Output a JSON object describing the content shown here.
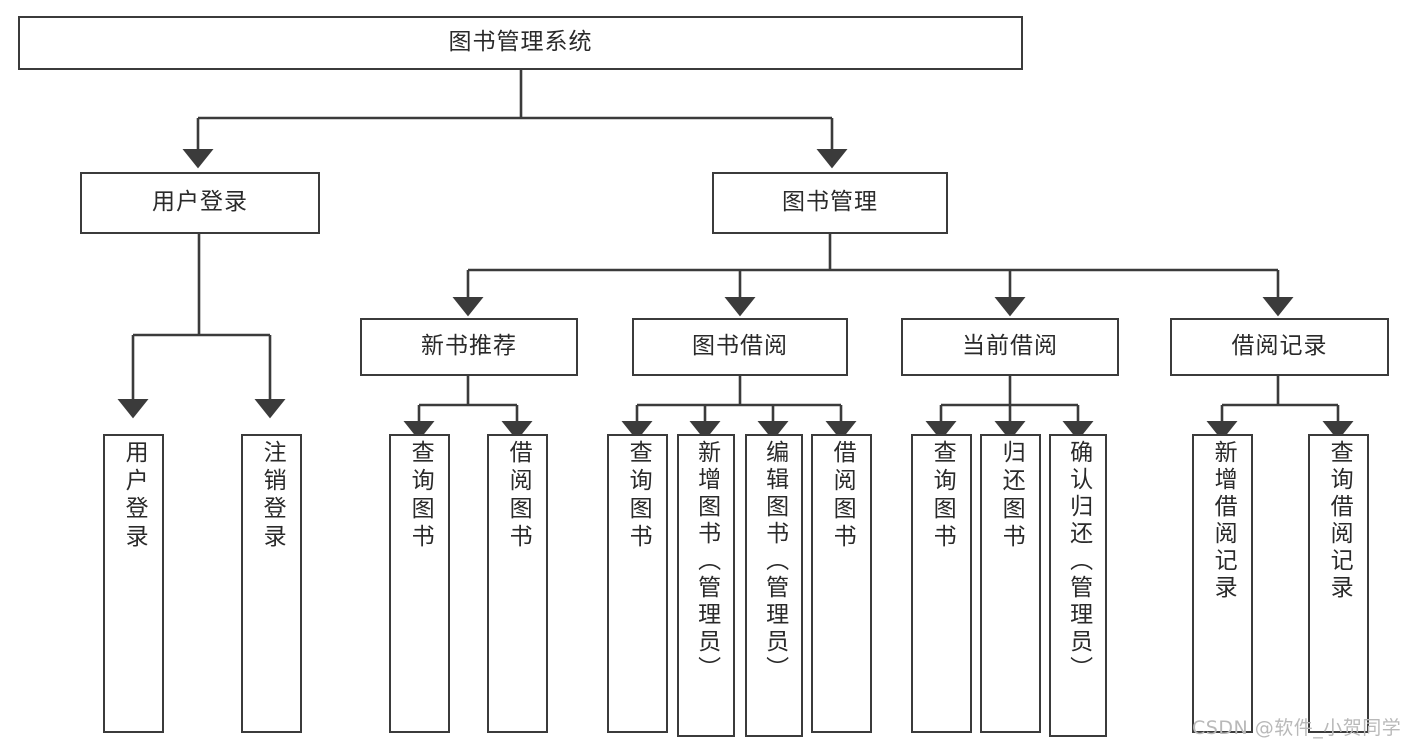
{
  "diagram": {
    "type": "tree",
    "title": "图书管理系统",
    "nodes": {
      "root": {
        "label": "图书管理系统",
        "level": 0
      },
      "user_login": {
        "label": "用户登录",
        "level": 1
      },
      "book_manage": {
        "label": "图书管理",
        "level": 1
      },
      "new_book_rec": {
        "label": "新书推荐",
        "level": 2
      },
      "book_borrow": {
        "label": "图书借阅",
        "level": 2
      },
      "current_borrow": {
        "label": "当前借阅",
        "level": 2
      },
      "borrow_record": {
        "label": "借阅记录",
        "level": 2
      },
      "leaf_user_login": {
        "label": "用户登录",
        "level": 3
      },
      "leaf_logout": {
        "label": "注销登录",
        "level": 3
      },
      "leaf_query_book_a": {
        "label": "查询图书",
        "level": 3
      },
      "leaf_borrow_book_a": {
        "label": "借阅图书",
        "level": 3
      },
      "leaf_query_book_b": {
        "label": "查询图书",
        "level": 3
      },
      "leaf_add_book": {
        "label": "新增图书（管理员）",
        "level": 3
      },
      "leaf_edit_book": {
        "label": "编辑图书（管理员）",
        "level": 3
      },
      "leaf_borrow_book_b": {
        "label": "借阅图书",
        "level": 3
      },
      "leaf_query_book_c": {
        "label": "查询图书",
        "level": 3
      },
      "leaf_return_book": {
        "label": "归还图书",
        "level": 3
      },
      "leaf_confirm_return": {
        "label": "确认归还（管理员）",
        "level": 3
      },
      "leaf_add_record": {
        "label": "新增借阅记录",
        "level": 3
      },
      "leaf_query_record": {
        "label": "查询借阅记录",
        "level": 3
      }
    },
    "colors": {
      "stroke": "#3b3b3b",
      "fill": "#ffffff",
      "text": "#2a2a2a",
      "watermark": "#b9b9b9"
    }
  },
  "watermark": {
    "text": "CSDN @软件_小贺同学"
  }
}
